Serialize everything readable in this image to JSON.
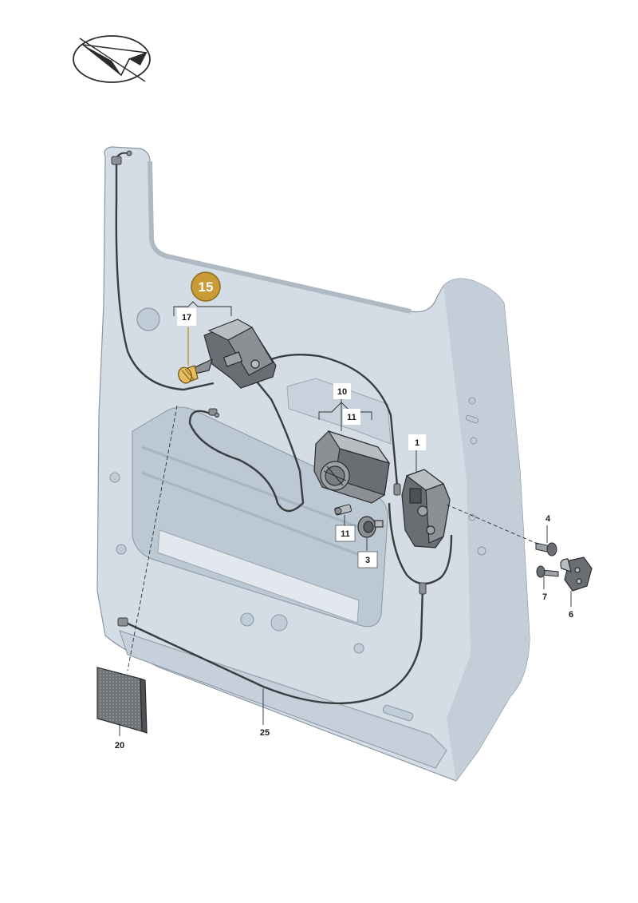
{
  "colors": {
    "panel_fill": "#d4dde6",
    "panel_shade": "#bcc8d3",
    "panel_dark": "#a7b5c2",
    "outline": "#3a3d40",
    "part_dark": "#6a6e72",
    "part_mid": "#8c9095",
    "part_light": "#b9bdc1",
    "highlight_fill": "#c89b35",
    "highlight_part": "#e5bd5c",
    "mat_fill": "#6f7479"
  },
  "icons": [
    "plane-direction-icon"
  ],
  "highlight_callout": "15",
  "callouts": {
    "c17": "17",
    "c10": "10",
    "c11_upper": "11",
    "c1": "1",
    "c11_lower": "11",
    "c3": "3",
    "c4": "4",
    "c7": "7",
    "c6": "6",
    "c20": "20",
    "c25": "25"
  }
}
